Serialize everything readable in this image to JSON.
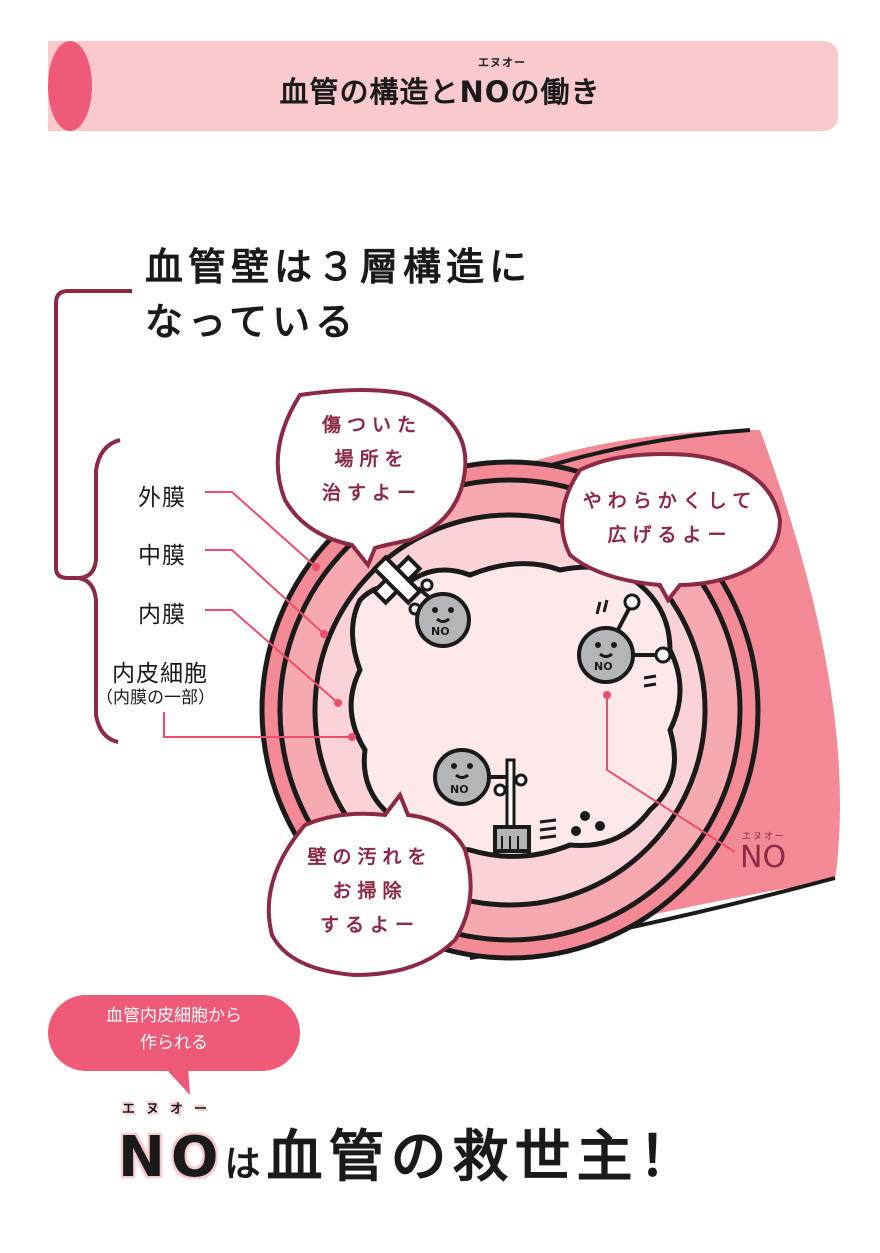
{
  "header": {
    "title": "血管の構造とNOの働き",
    "ruby": "エヌオー"
  },
  "headline": {
    "line1": "血管壁は３層構造に",
    "line2": "なっている"
  },
  "layers": [
    {
      "label": "外膜"
    },
    {
      "label": "中膜"
    },
    {
      "label": "内膜"
    },
    {
      "label": "内皮細胞",
      "sub": "（内膜の一部）"
    }
  ],
  "bubbles": {
    "repair": [
      "傷ついた",
      "場所を",
      "治すよー"
    ],
    "widen": [
      "やわらかくして",
      "広げるよー"
    ],
    "clean": [
      "壁の汚れを",
      "お掃除",
      "するよー"
    ]
  },
  "molecules": {
    "label": "NO",
    "callout": "NO",
    "callout_ruby": "エヌオー"
  },
  "footer": {
    "bubble_line1": "血管内皮細胞から",
    "bubble_line2": "作られる",
    "slogan_no": "NO",
    "slogan_ha": "は",
    "slogan_rest": "血管の救世主！",
    "slogan_ruby": "エヌオー"
  },
  "colors": {
    "header_tube": "#f9c9cd",
    "accent_pink": "#ef5a78",
    "outer_layer": "#f48a95",
    "middle_layer": "#f6a9b0",
    "inner_layer": "#fbd3d6",
    "lumen": "#fde9ea",
    "bubble_stroke": "#8c2a46",
    "molecule_gray": "#b4b5b9",
    "text_dark": "#1a1a1a"
  }
}
